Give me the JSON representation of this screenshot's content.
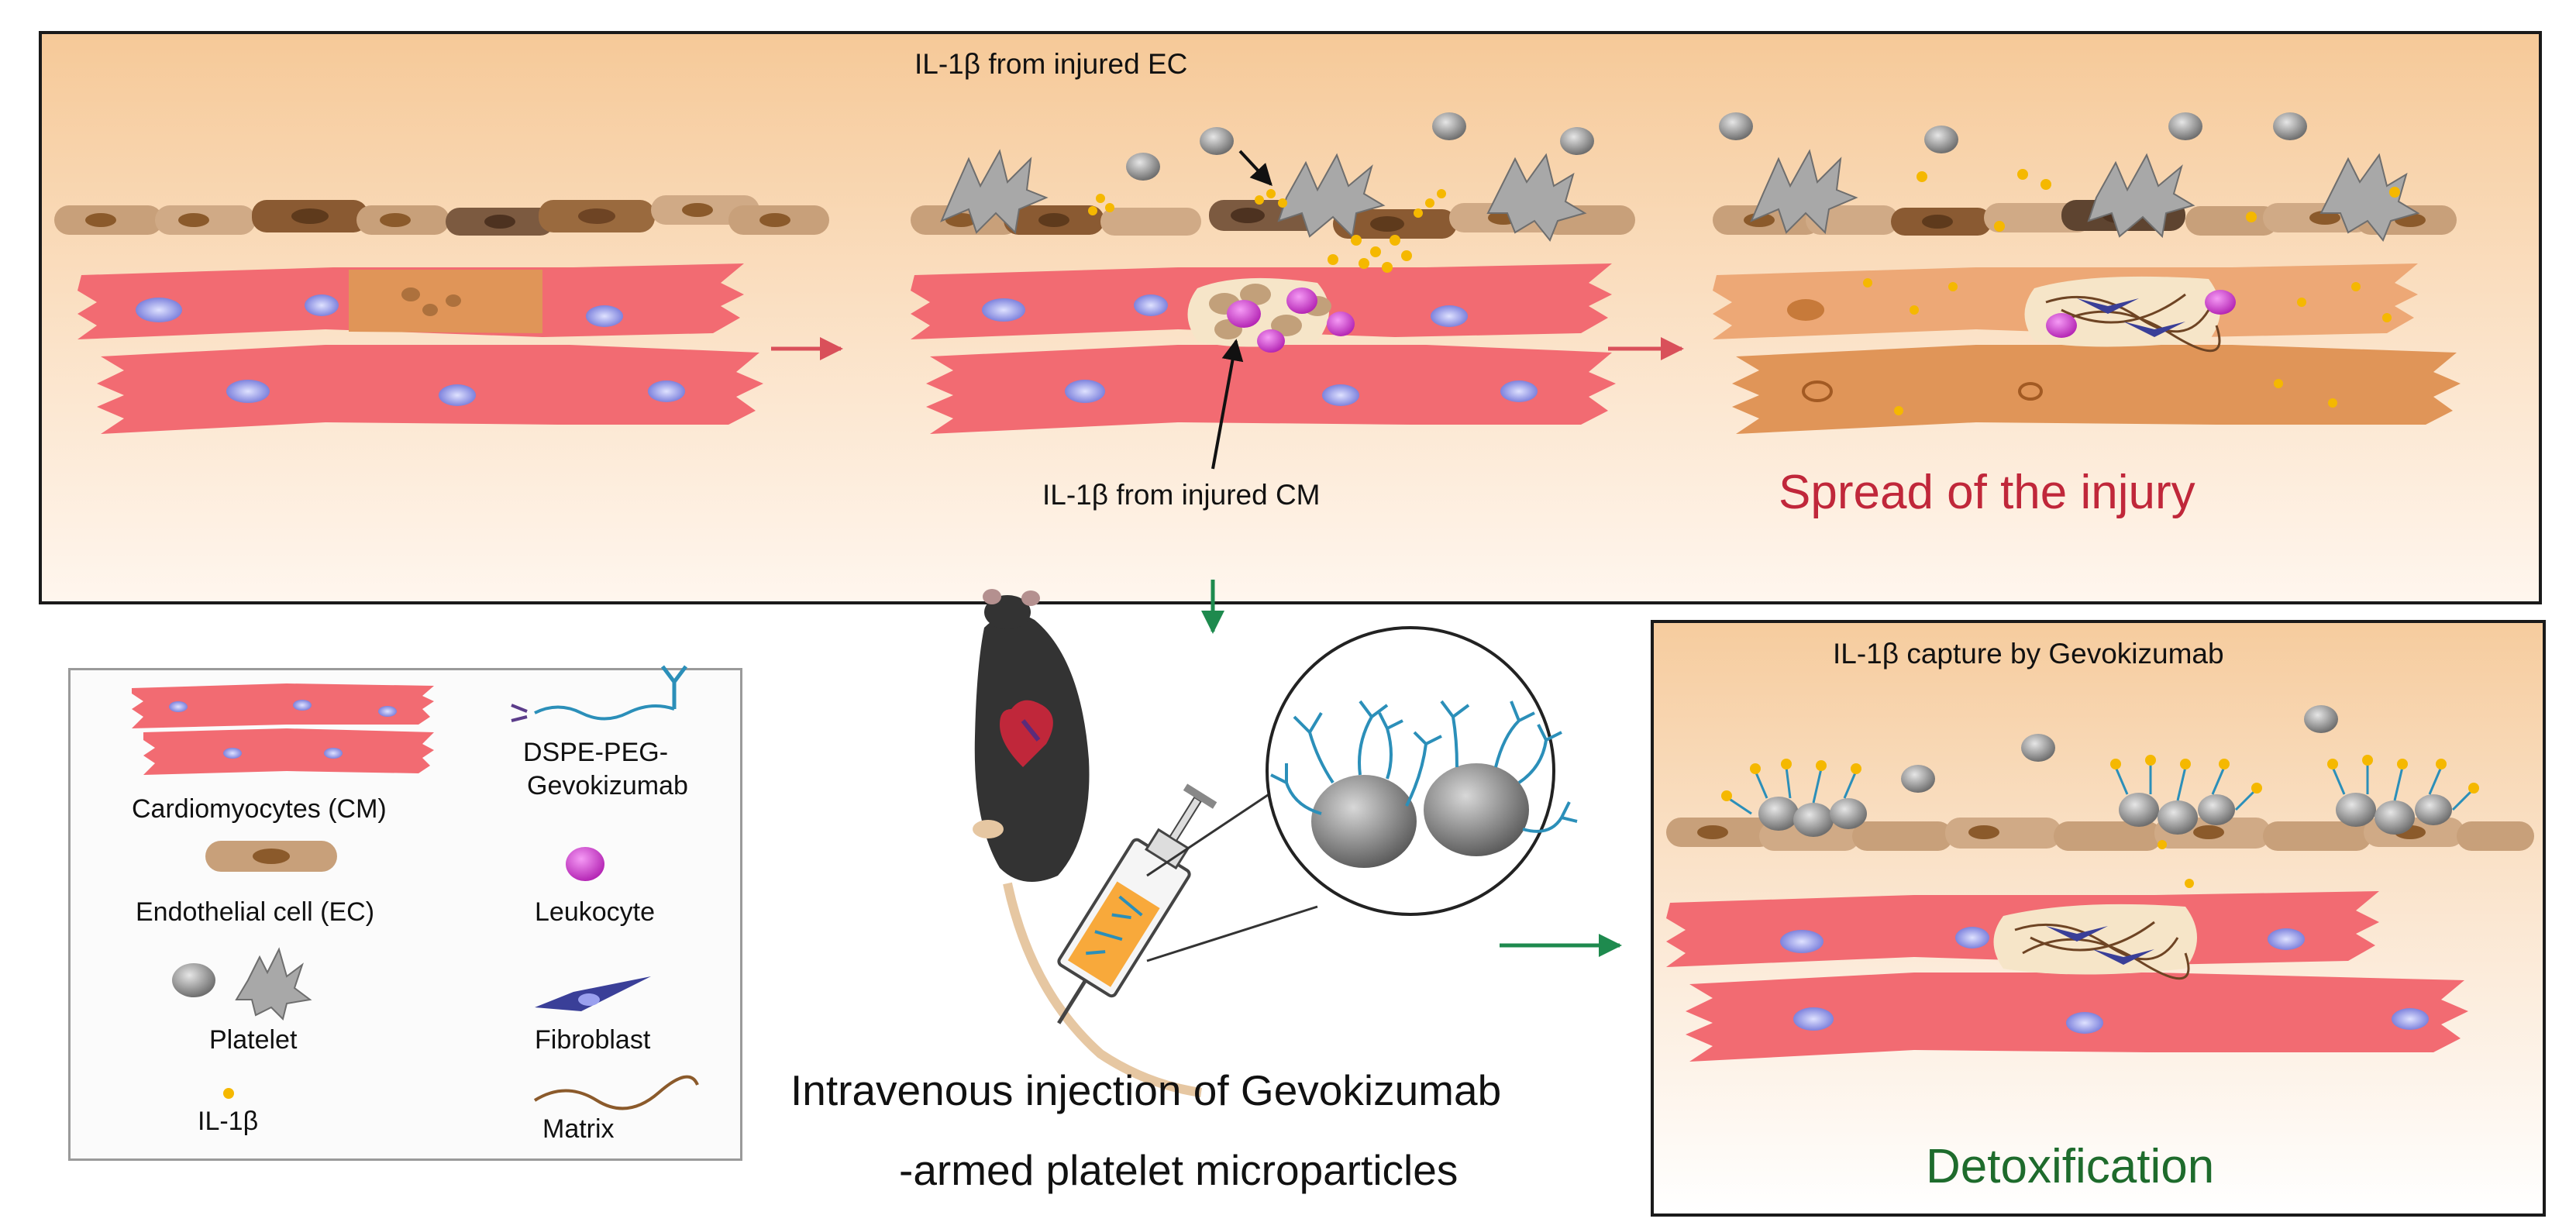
{
  "colors": {
    "cardiomyocyte": "#f26b72",
    "injured_cm": "#e09558",
    "endothelial": "#c8a07a",
    "leukocyte": "#cc33cc",
    "il1b": "#f5b800",
    "arrow_red": "#d9505a",
    "arrow_green": "#1e8a4e",
    "spread_text": "#c0273a",
    "detox_text": "#1e6b2c"
  },
  "top_panel": {
    "il1b_ec_label": "IL-1β from injured EC",
    "il1b_cm_label": "IL-1β from injured CM",
    "spread_label": "Spread of the injury"
  },
  "right_panel": {
    "capture_label": "IL-1β capture by Gevokizumab",
    "detox_label": "Detoxification"
  },
  "center": {
    "injection_line1": "Intravenous injection of Gevokizumab",
    "injection_line2": "-armed platelet microparticles"
  },
  "legend": {
    "cardiomyocytes": "Cardiomyocytes (CM)",
    "endothelial": "Endothelial cell (EC)",
    "platelet": "Platelet",
    "il1b": "IL-1β",
    "dspe_line1": "DSPE-PEG-",
    "dspe_line2": "Gevokizumab",
    "leukocyte": "Leukocyte",
    "fibroblast": "Fibroblast",
    "matrix": "Matrix"
  },
  "icons": [
    "mouse-icon",
    "heart-icon",
    "syringe-icon",
    "antibody-icon",
    "platelet-icon",
    "fibroblast-icon"
  ]
}
